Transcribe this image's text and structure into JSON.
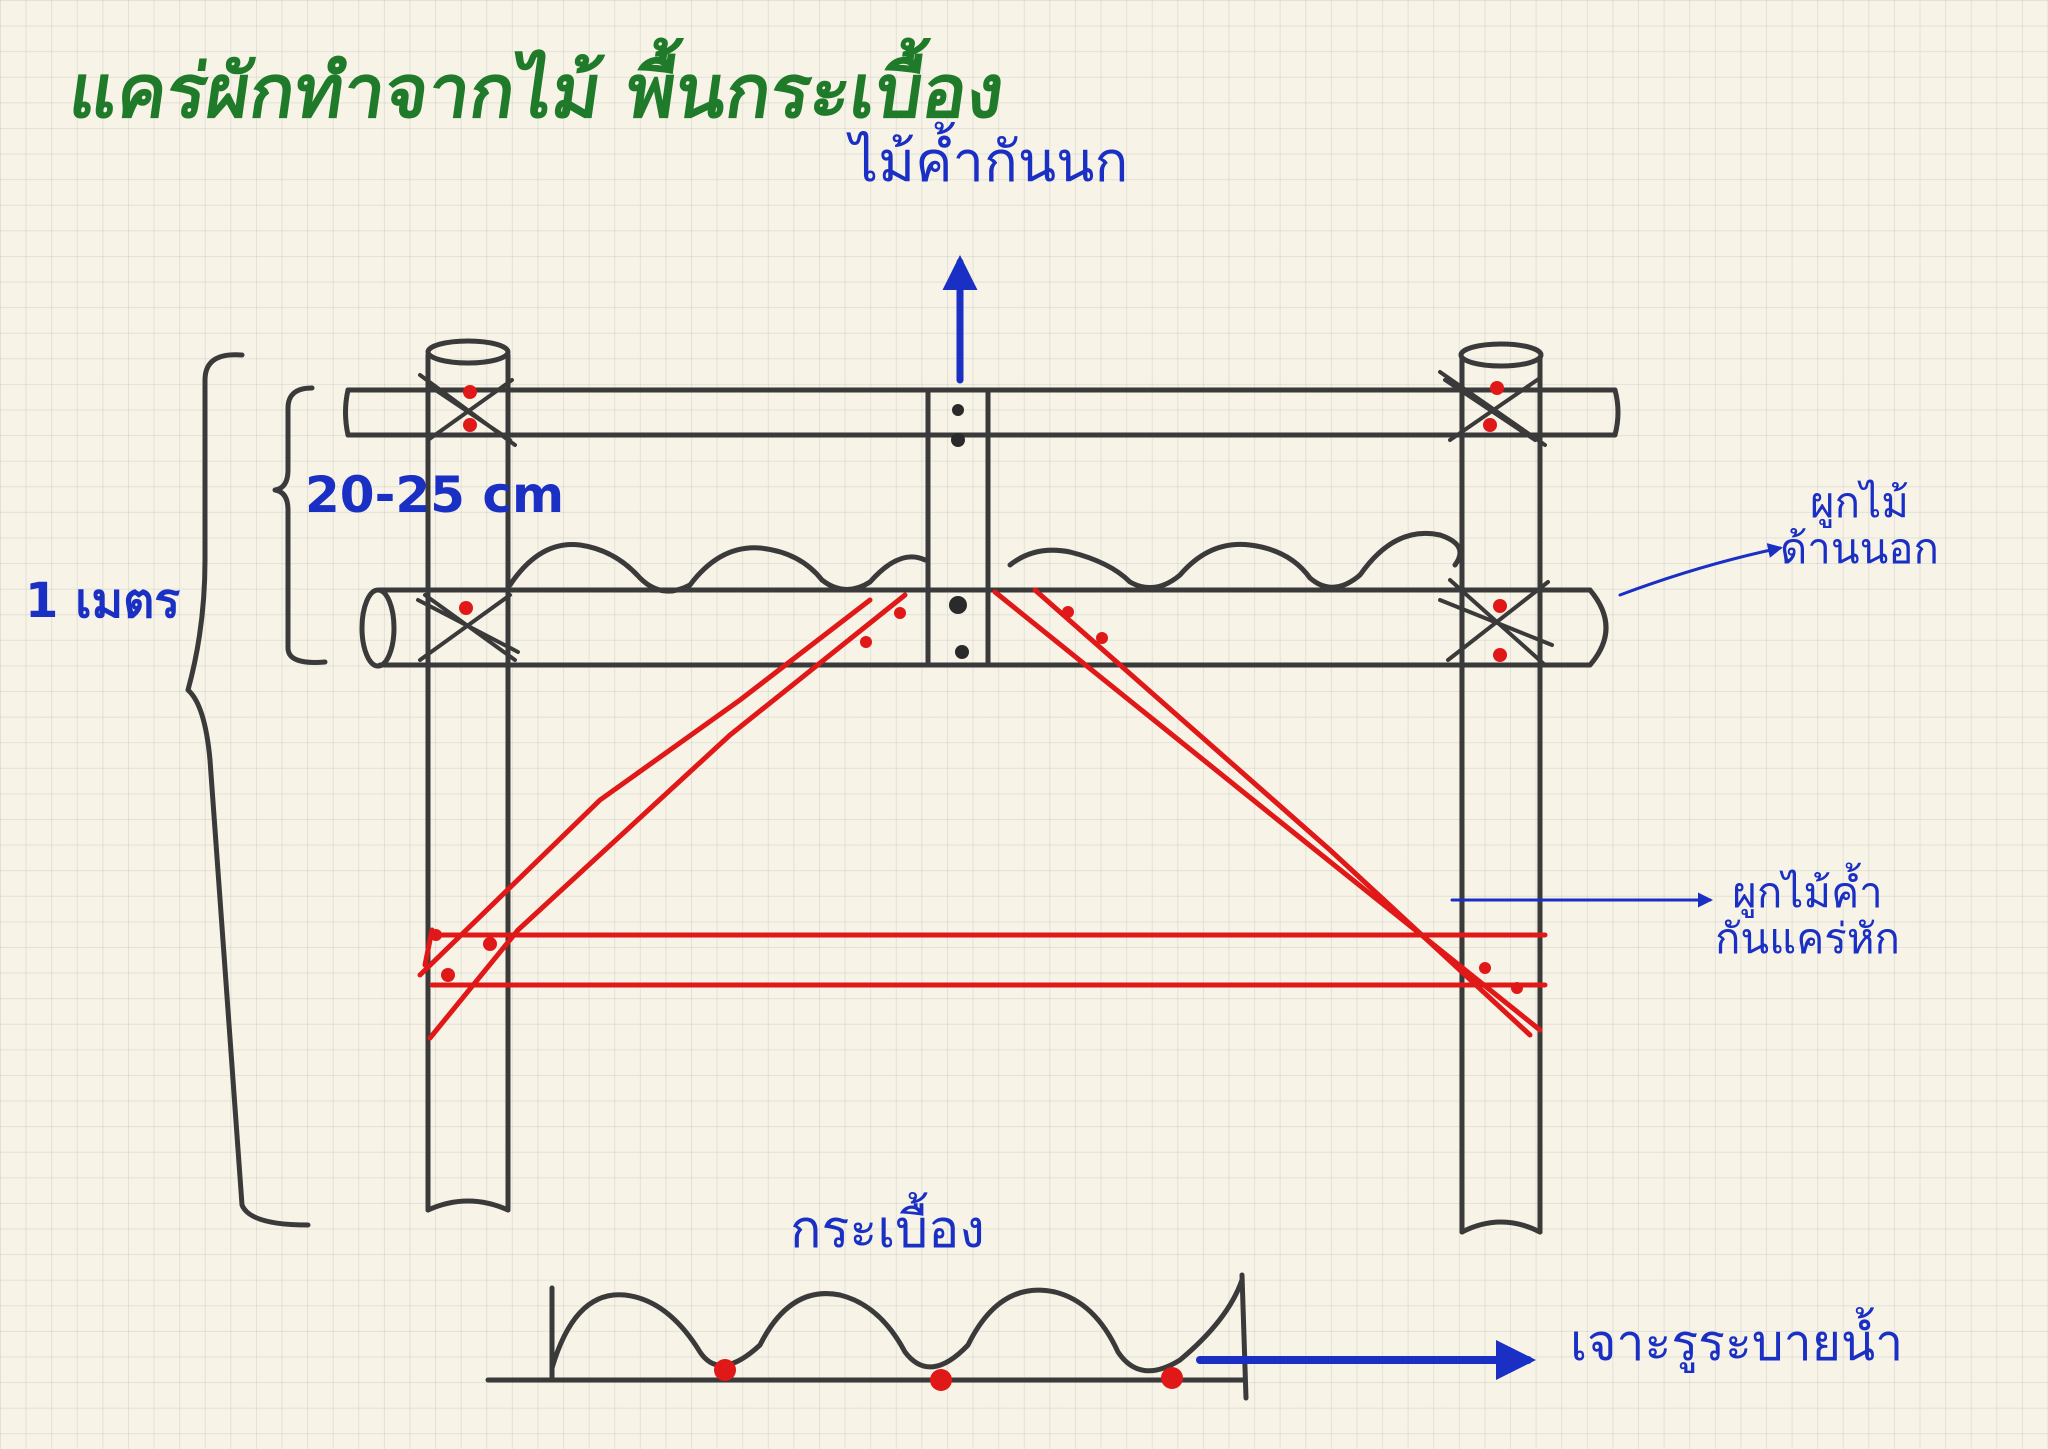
{
  "title": "แคร่ผักทำจากไม้ พื้นกระเบื้อง",
  "labels": {
    "support_pole_top": "ไม้ค้ำกันนก",
    "dimension_small": "20-25 cm",
    "dimension_large": "1 เมตร",
    "tie_outer": [
      "ผูกไม้",
      "ด้านนอก"
    ],
    "tie_brace": [
      "ผูกไม้ค้ำ",
      "กันแคร่หัก"
    ],
    "tile": "กระเบื้อง",
    "drain": "เจาะรูระบายน้ำ"
  },
  "colors": {
    "title": "#1f7a2a",
    "annotation": "#1a2fc4",
    "frame_ink": "#3a3a3a",
    "brace": "#e01818",
    "joint_dot": "#e01818",
    "bolt_dot": "#2a2a2a",
    "paper": "#f7f3e6",
    "grid": "#c9cdd6"
  }
}
